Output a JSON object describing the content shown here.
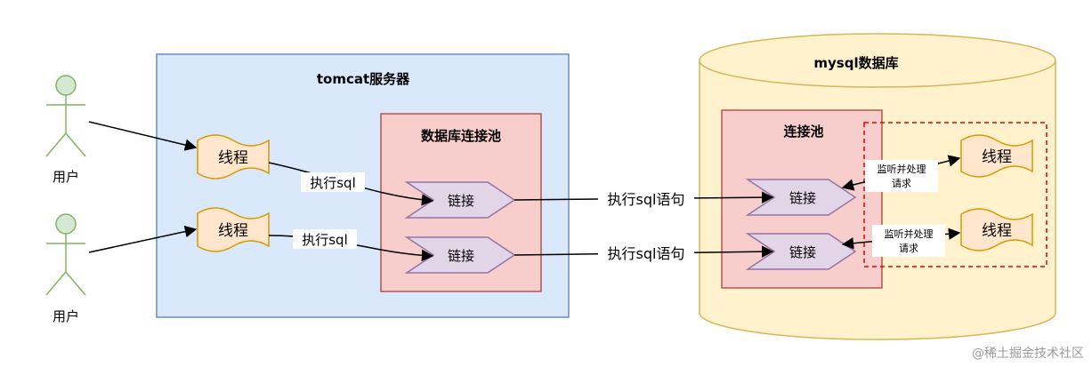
{
  "user_label": "用户",
  "tomcat": {
    "title": "tomcat服务器"
  },
  "pool": {
    "title": "数据库连接池"
  },
  "db": {
    "title": "mysql数据库"
  },
  "db_pool": {
    "title": "连接池"
  },
  "thread_label": "线程",
  "connection_label": "链接",
  "exec_sql_label": "执行sql",
  "exec_sql_statement_label": "执行sql语句",
  "listen_label_line1": "监听并处理",
  "listen_label_line2": "请求",
  "watermark": "@稀土掘金技术社区",
  "colors": {
    "tomcat_fill": "#dae8fc",
    "tomcat_stroke": "#6c8ebf",
    "pool_fill": "#f8cecc",
    "pool_stroke": "#b85450",
    "db_fill": "#fff2cc",
    "db_stroke": "#d6b656",
    "thread_fill": "#ffe6cc",
    "thread_stroke": "#d79b00",
    "conn_fill": "#e1d5e7",
    "conn_stroke": "#9673a6",
    "actor_fill": "#d5e8d4",
    "actor_stroke": "#82b366",
    "dashed_stroke": "#e60000"
  }
}
